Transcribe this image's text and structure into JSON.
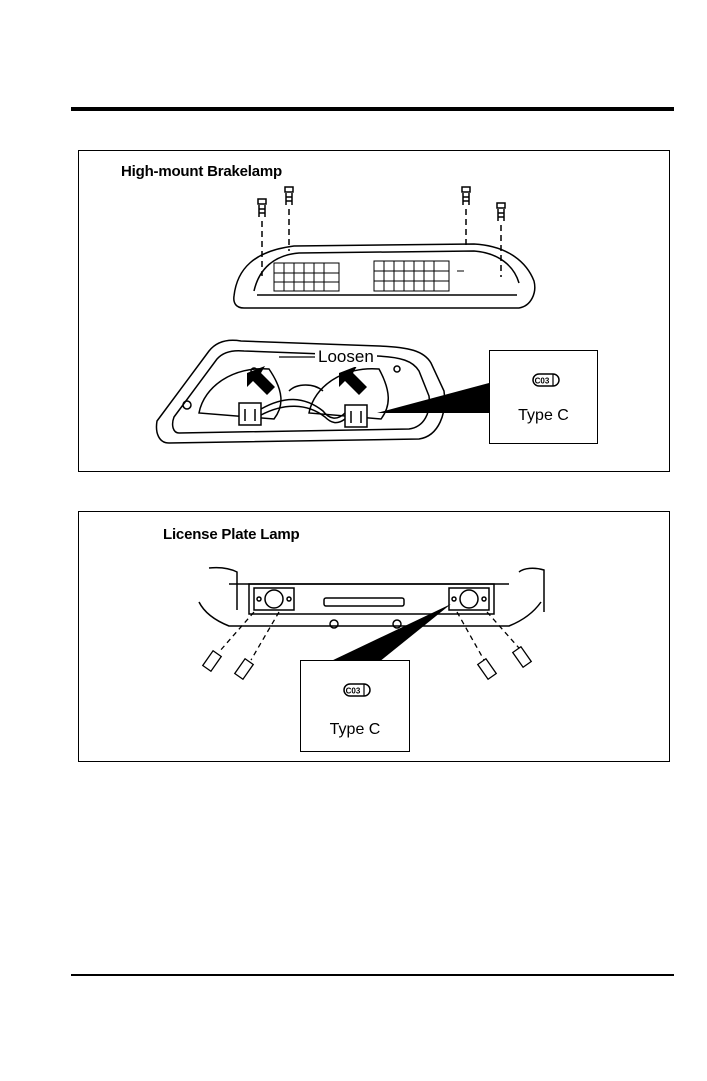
{
  "diagram": {
    "panel_brakelamp": {
      "title": "High-mount Brakelamp",
      "loosen_label": "Loosen",
      "callout_label": "Type C",
      "bulb_marking": "C03"
    },
    "panel_license": {
      "title": "License Plate Lamp",
      "callout_label": "Type C",
      "bulb_marking": "C03"
    },
    "icons": [
      "screw-icon",
      "bulb-icon",
      "arrow-icon"
    ]
  }
}
